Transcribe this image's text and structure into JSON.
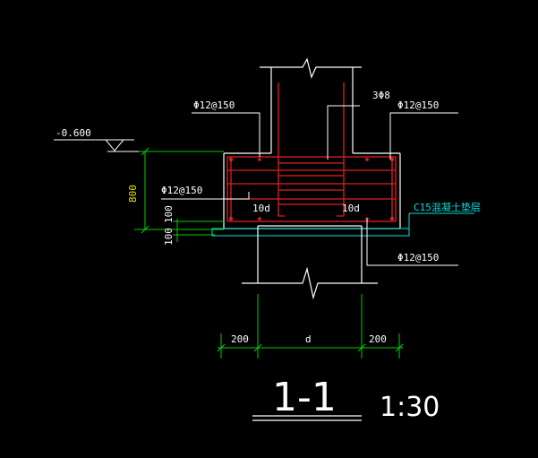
{
  "colors": {
    "background": "#000000",
    "outline": "#ffffff",
    "rebar": "#e02020",
    "dimension": "#00d000",
    "dimension_text_yellow": "#e8e800",
    "cushion": "#00e0e0"
  },
  "labels": {
    "elevation": "-0.600",
    "rebar_top_left": "Φ12@150",
    "rebar_stirrup": "3Φ8",
    "rebar_top_right": "Φ12@150",
    "rebar_mid_left": "Φ12@150",
    "anchor_left": "10d",
    "anchor_right": "10d",
    "cushion_layer": "C15混凝土垫层",
    "rebar_bottom_right": "Φ12@150"
  },
  "dimensions": {
    "height": "800",
    "side_100_top": "100",
    "side_100_bottom": "100",
    "bottom_left": "200",
    "bottom_middle": "d",
    "bottom_right": "200"
  },
  "title": {
    "section": "1-1",
    "scale": "1:30"
  }
}
